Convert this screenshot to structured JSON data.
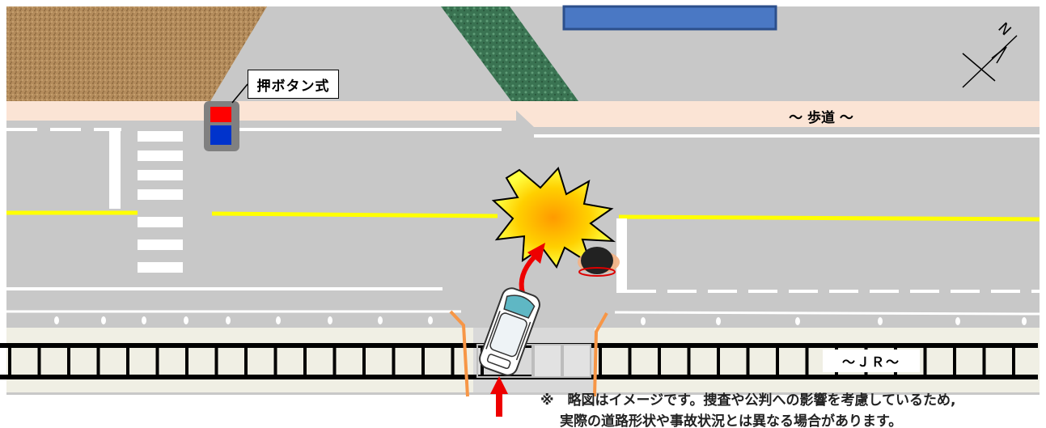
{
  "labels": {
    "push_button": "押ボタン式",
    "sidewalk": "～ 歩道 ～",
    "railway": "～ＪＲ～"
  },
  "disclaimer": {
    "line1": "※　略図はイメージです。捜査や公判への影響を考慮しているため,",
    "line2": "実際の道路形状や事故状況とは異なる場合があります。"
  },
  "colors": {
    "road": "#c8c8c8",
    "sidewalk": "#fbe4d5",
    "center_line": "#ffff00",
    "dirt": "#b08a5a",
    "grass": "#3d7a55",
    "building": "#4a78c4",
    "signal_red": "#ff0000",
    "signal_blue": "#0033cc",
    "barrier": "#f79646",
    "arrow": "#ee0000",
    "track_bed": "#f0efe4"
  },
  "icons": {
    "compass": "north-arrow-icon",
    "collision": "explosion-icon",
    "vehicle": "car-icon",
    "pedestrian_signal": "traffic-signal-icon"
  }
}
